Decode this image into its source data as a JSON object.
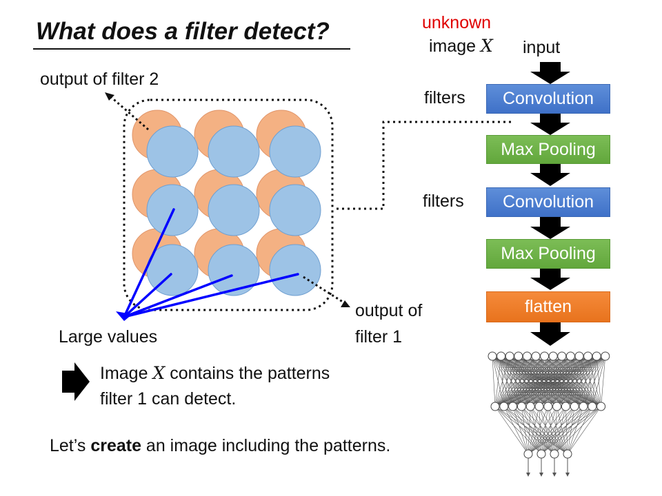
{
  "title": "What does a filter detect?",
  "left_panel": {
    "label_filter2": "output of filter 2",
    "label_filter1_line1": "output of",
    "label_filter1_line2": "filter 1",
    "label_large": "Large values",
    "conclusion_pre": "Image ",
    "conclusion_var": "X",
    "conclusion_post": " contains the patterns",
    "conclusion_line2": "filter 1 can detect.",
    "bottom_pre": "Let’s ",
    "bottom_bold": "create",
    "bottom_post": " an image including the patterns."
  },
  "pipeline": {
    "unknown": "unknown",
    "image_word": "image ",
    "image_var": "X",
    "input": "input",
    "filters_1": "filters",
    "filters_2": "filters",
    "steps": [
      "Convolution",
      "Max Pooling",
      "Convolution",
      "Max Pooling",
      "flatten"
    ]
  },
  "colors": {
    "conv": "#4472c4",
    "pool": "#70ad47",
    "flatten": "#ed7d31",
    "filter2_circle": "#f4b183",
    "filter1_circle": "#9dc3e6",
    "highlight_lines": "#0000ff",
    "unknown_text": "#e00000"
  }
}
